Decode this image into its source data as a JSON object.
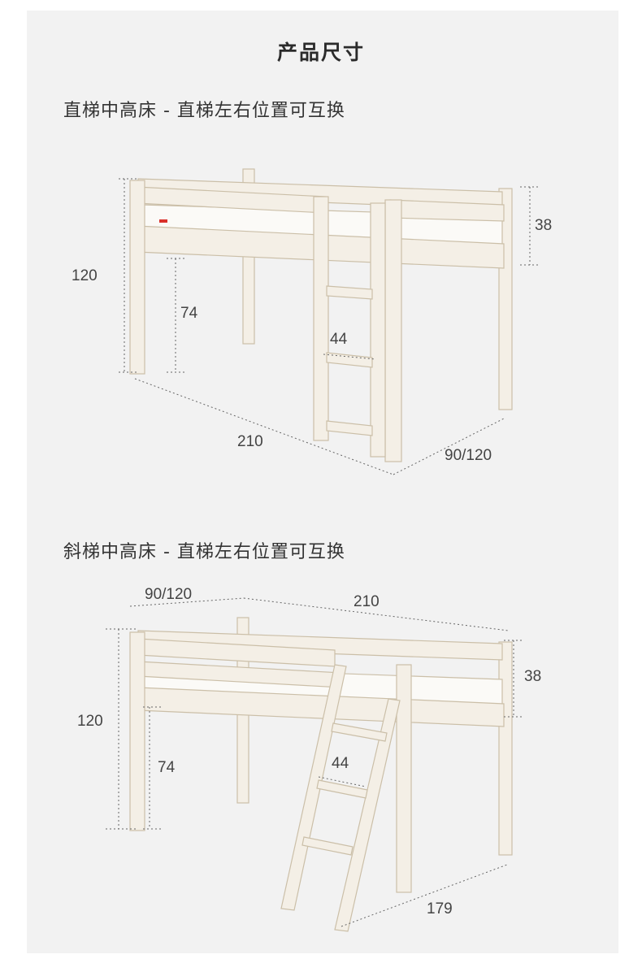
{
  "page_title": "产品尺寸",
  "section1": {
    "subtitle": "直梯中高床 - 直梯左右位置可互换",
    "dims": {
      "height_total": "120",
      "height_under": "74",
      "rail_height": "38",
      "ladder_width": "44",
      "length": "210",
      "width": "90/120"
    }
  },
  "section2": {
    "subtitle": "斜梯中高床 - 直梯左右位置可互换",
    "dims": {
      "width": "90/120",
      "length": "210",
      "rail_height": "38",
      "height_total": "120",
      "height_under": "74",
      "ladder_width": "44",
      "footprint": "179"
    }
  },
  "colors": {
    "background": "#ffffff",
    "panel": "#f2f2f2",
    "wood": "#f4efe6",
    "wood_edge": "#cbbfa8",
    "dim_line": "#666666",
    "mattress_tag": "#d9302a"
  }
}
